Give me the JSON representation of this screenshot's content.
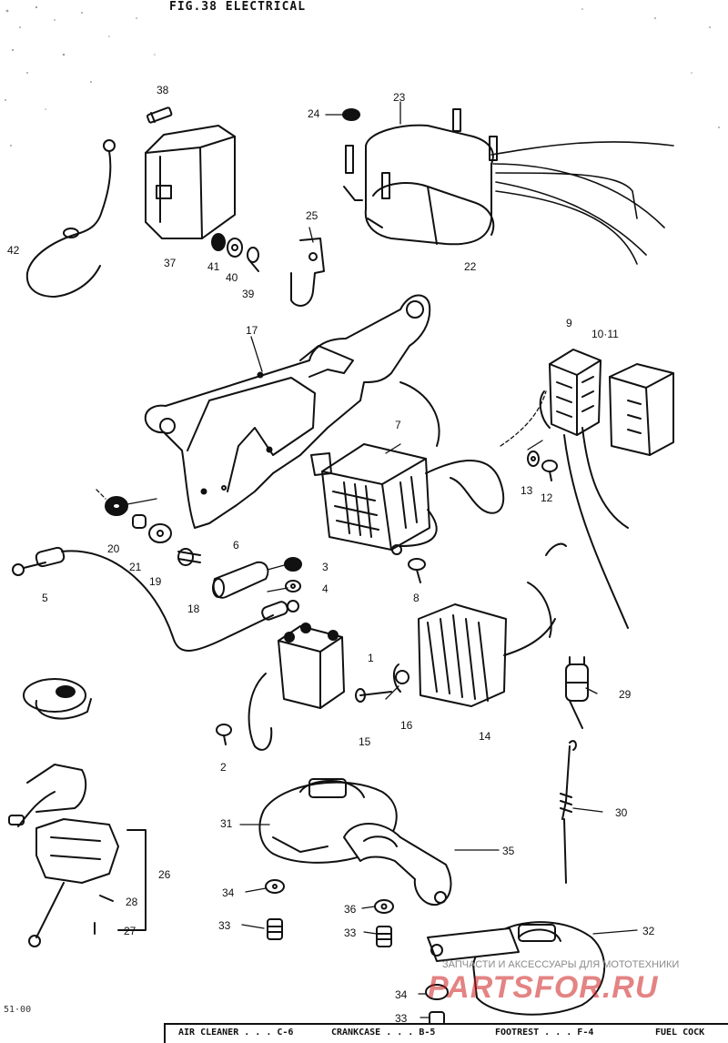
{
  "title": "FIG.38 ELECTRICAL",
  "callouts": [
    {
      "id": "c38",
      "text": "38"
    },
    {
      "id": "c24",
      "text": "24"
    },
    {
      "id": "c23",
      "text": "23"
    },
    {
      "id": "c42",
      "text": "42"
    },
    {
      "id": "c37",
      "text": "37"
    },
    {
      "id": "c41",
      "text": "41"
    },
    {
      "id": "c40",
      "text": "40"
    },
    {
      "id": "c39",
      "text": "39"
    },
    {
      "id": "c25",
      "text": "25"
    },
    {
      "id": "c22",
      "text": "22"
    },
    {
      "id": "c17",
      "text": "17"
    },
    {
      "id": "c9",
      "text": "9"
    },
    {
      "id": "c1011",
      "text": "10·11"
    },
    {
      "id": "c7",
      "text": "7"
    },
    {
      "id": "c13",
      "text": "13"
    },
    {
      "id": "c12",
      "text": "12"
    },
    {
      "id": "c20",
      "text": "20"
    },
    {
      "id": "c21",
      "text": "21"
    },
    {
      "id": "c19",
      "text": "19"
    },
    {
      "id": "c18",
      "text": "18"
    },
    {
      "id": "c6",
      "text": "6"
    },
    {
      "id": "c3",
      "text": "3"
    },
    {
      "id": "c4",
      "text": "4"
    },
    {
      "id": "c8",
      "text": "8"
    },
    {
      "id": "c5",
      "text": "5"
    },
    {
      "id": "c1",
      "text": "1"
    },
    {
      "id": "c29",
      "text": "29"
    },
    {
      "id": "c16",
      "text": "16"
    },
    {
      "id": "c15",
      "text": "15"
    },
    {
      "id": "c14",
      "text": "14"
    },
    {
      "id": "c2",
      "text": "2"
    },
    {
      "id": "c30",
      "text": "30"
    },
    {
      "id": "c31",
      "text": "31"
    },
    {
      "id": "c35",
      "text": "35"
    },
    {
      "id": "c26",
      "text": "26"
    },
    {
      "id": "c34a",
      "text": "34"
    },
    {
      "id": "c28",
      "text": "28"
    },
    {
      "id": "c36",
      "text": "36"
    },
    {
      "id": "c33a",
      "text": "33"
    },
    {
      "id": "c27",
      "text": "27"
    },
    {
      "id": "c33b",
      "text": "33"
    },
    {
      "id": "c32",
      "text": "32"
    },
    {
      "id": "c34b",
      "text": "34"
    },
    {
      "id": "c33c",
      "text": "33"
    }
  ],
  "page_number": "51·00",
  "footer": [
    {
      "id": "f1",
      "text": "AIR CLEANER . . . C-6"
    },
    {
      "id": "f2",
      "text": "CRANKCASE . . . B-5"
    },
    {
      "id": "f3",
      "text": "FOOTREST . . . F-4"
    },
    {
      "id": "f4",
      "text": "FUEL COCK"
    }
  ],
  "watermark": {
    "small": "ЗАПЧАСТИ И АКСЕССУАРЫ ДЛЯ МОТОТЕХНИКИ",
    "big": "PARTSFOR.RU"
  }
}
